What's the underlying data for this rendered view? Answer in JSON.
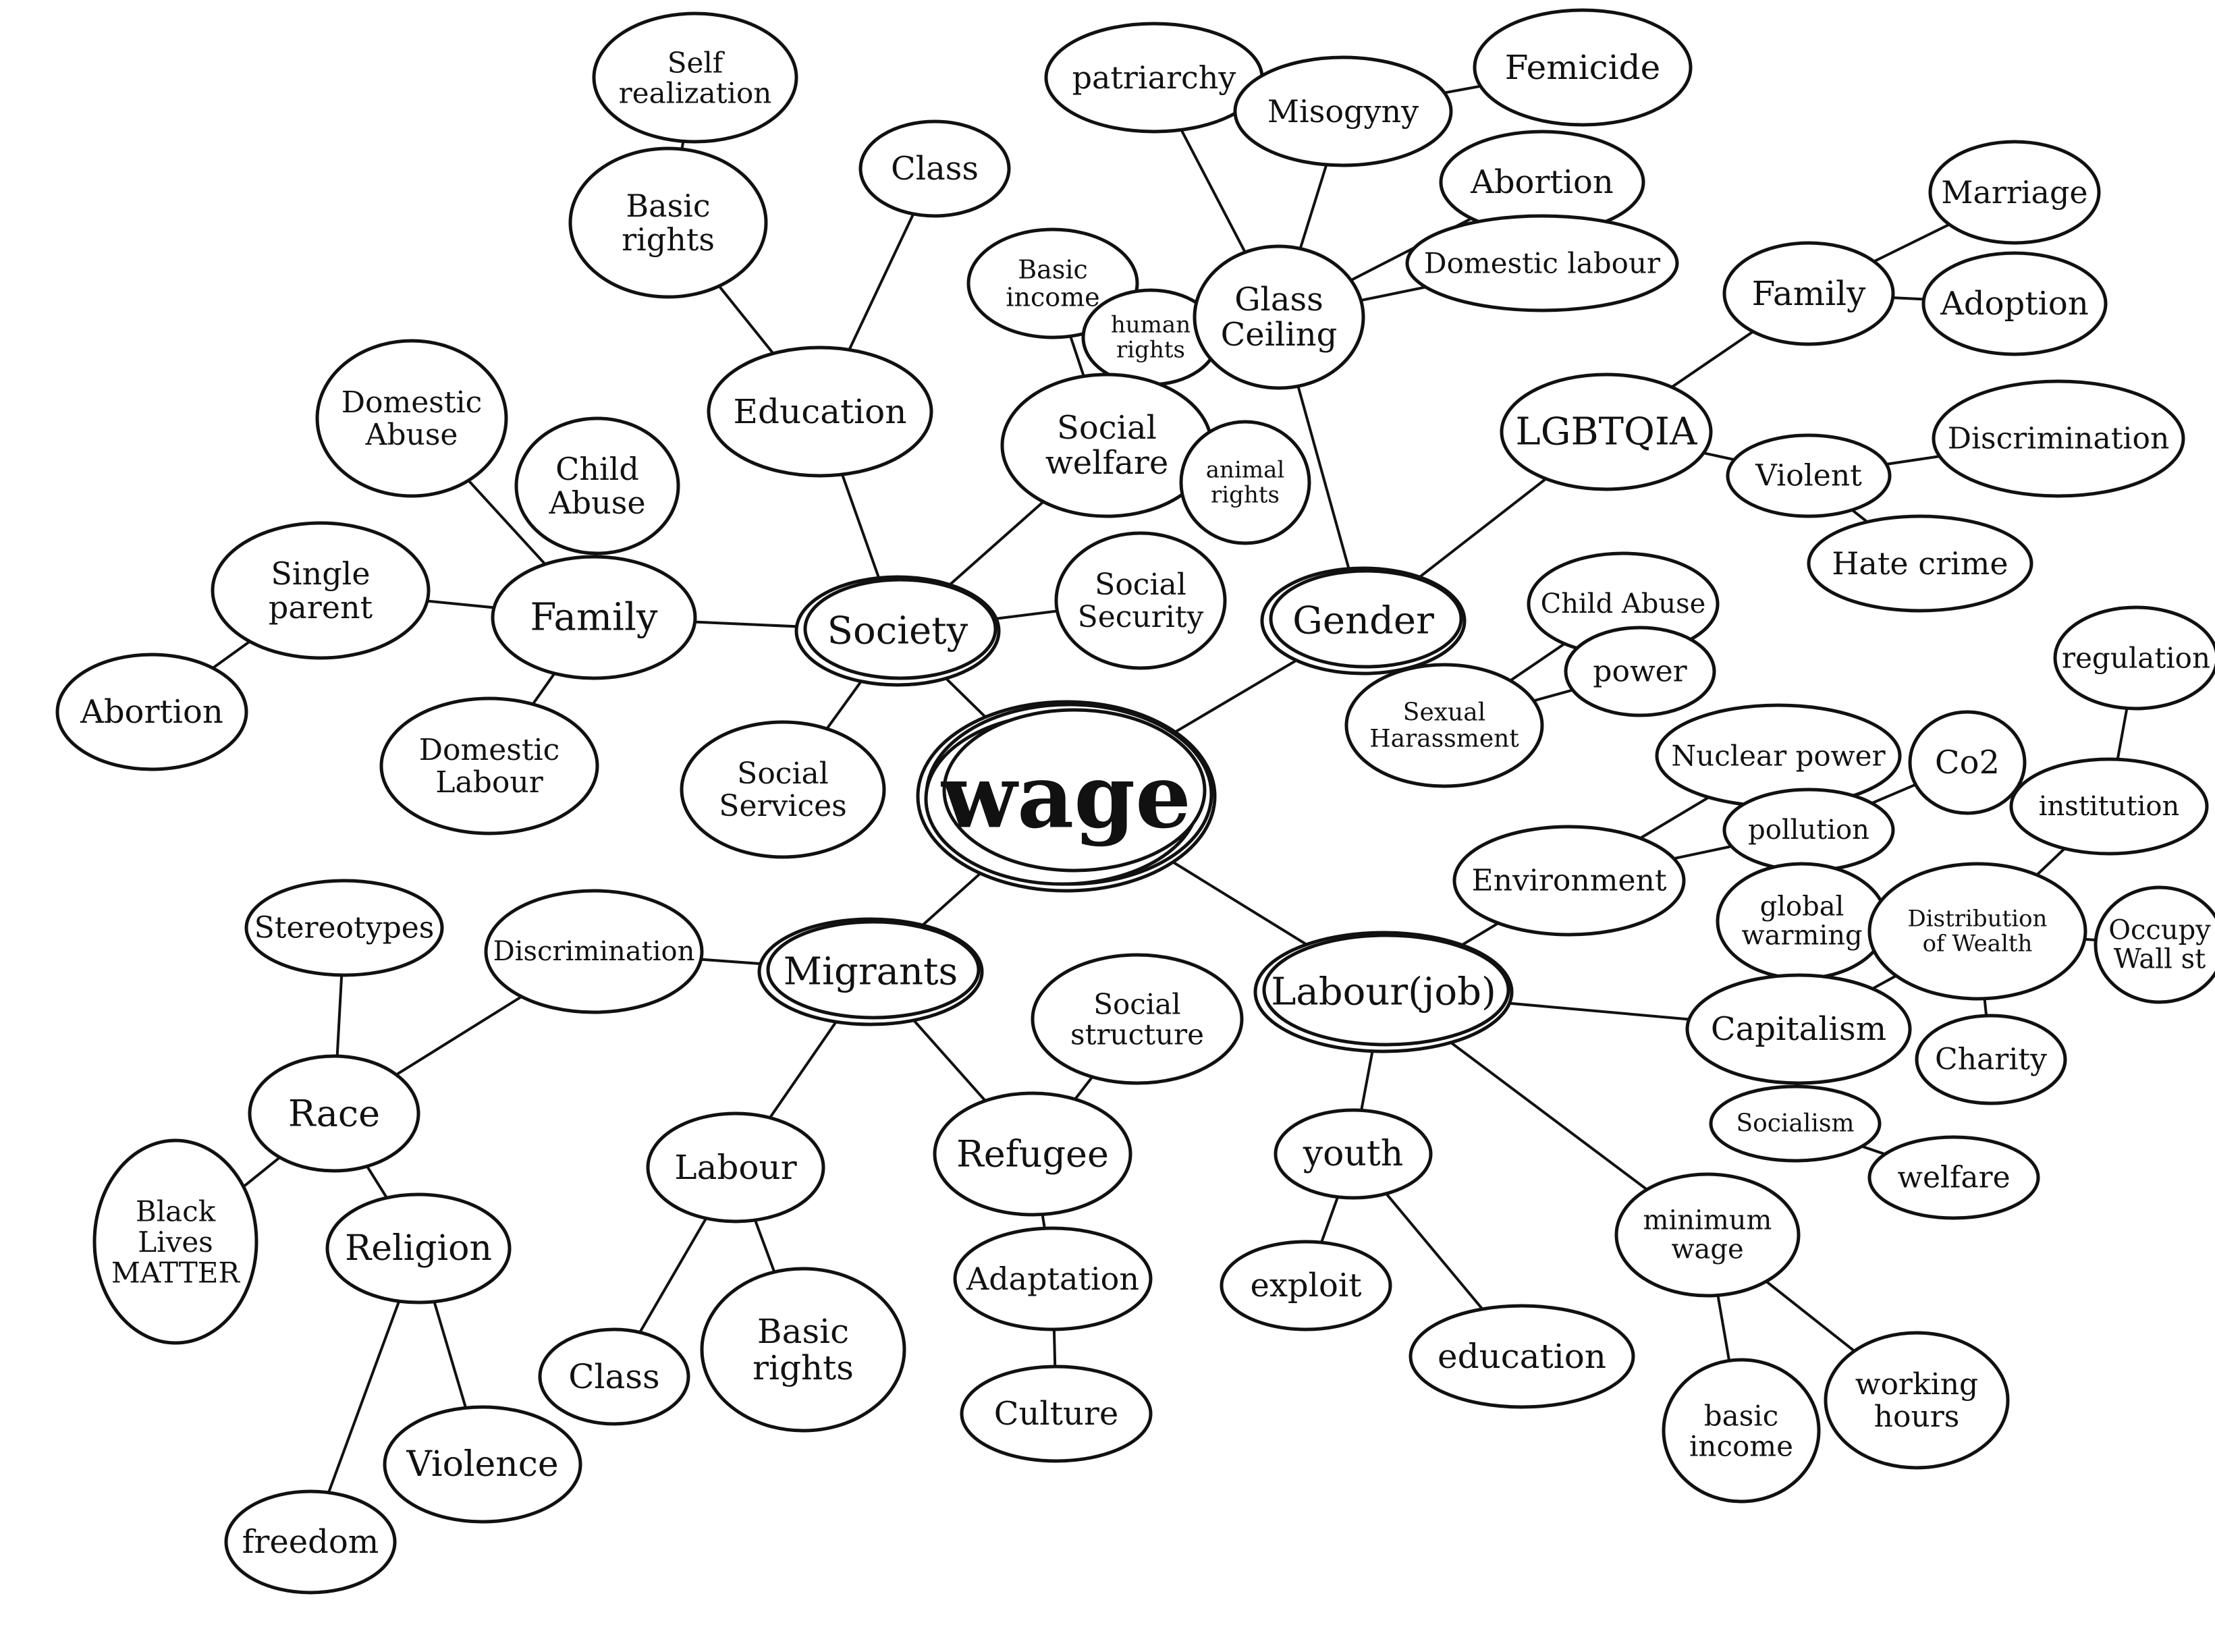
{
  "center": "wage",
  "hubs": {
    "society": "Society",
    "gender": "Gender",
    "migrants": "Migrants",
    "labour": "Labour(job)"
  },
  "nodes": {
    "self_realization": "Self realization",
    "basic_rights_top": "Basic rights",
    "class_top": "Class",
    "education_top": "Education",
    "domestic_abuse": "Domestic Abuse",
    "child_abuse_left": "Child Abuse",
    "single_parent": "Single parent",
    "family_left": "Family",
    "abortion_left": "Abortion",
    "domestic_labour_left": "Domestic Labour",
    "social_services": "Social Services",
    "basic_income_top": "Basic income",
    "human_rights": "human rights",
    "social_welfare": "Social welfare",
    "animal_rights": "animal rights",
    "social_security": "Social Security",
    "patriarchy": "patriarchy",
    "misogyny": "Misogyny",
    "femicide": "Femicide",
    "glass_ceiling": "Glass Ceiling",
    "abortion_right": "Abortion",
    "domestic_labour_right": "Domestic labour",
    "lgbtqia": "LGBTQIA",
    "family_right": "Family",
    "marriage": "Marriage",
    "adoption": "Adoption",
    "violent": "Violent",
    "discrimination_right": "Discrimination",
    "hate_crime": "Hate crime",
    "sexual_harassment": "Sexual Harassment",
    "child_abuse_right": "Child Abuse",
    "power": "power",
    "environment": "Environment",
    "nuclear_power": "Nuclear power",
    "pollution": "pollution",
    "co2": "Co2",
    "global_warming": "global warming",
    "distribution_of_wealth": "Distribution of Wealth",
    "institution": "institution",
    "regulation": "regulation",
    "occupy_wall_st": "Occupy Wall st",
    "charity": "Charity",
    "capitalism": "Capitalism",
    "socialism": "Socialism",
    "welfare": "welfare",
    "youth": "youth",
    "exploit": "exploit",
    "education_bottom": "education",
    "minimum_wage": "minimum wage",
    "basic_income_bottom": "basic income",
    "working_hours": "working hours",
    "stereotypes": "Stereotypes",
    "discrimination_left": "Discrimination",
    "race": "Race",
    "black_lives_matter": "Black Lives MATTER",
    "religion": "Religion",
    "violence": "Violence",
    "freedom": "freedom",
    "labour_mig": "Labour",
    "class_bottom": "Class",
    "basic_rights_bottom": "Basic rights",
    "refugee": "Refugee",
    "social_structure": "Social structure",
    "adaptation": "Adaptation",
    "culture": "Culture"
  },
  "colors": {
    "ink": "#111111",
    "paper": "#ffffff"
  }
}
